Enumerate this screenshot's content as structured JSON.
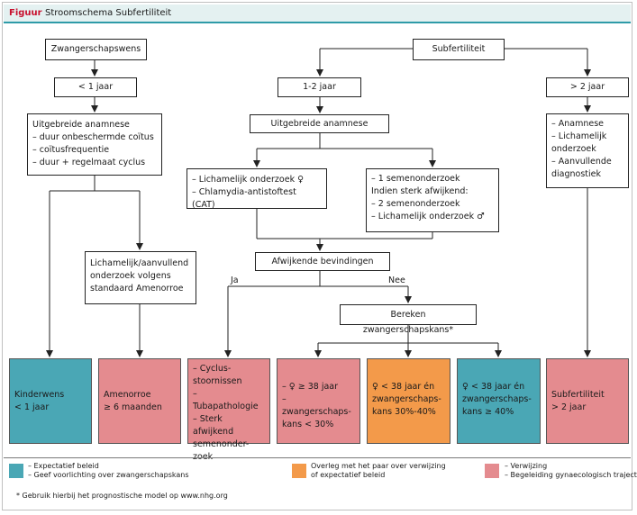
{
  "header": {
    "label": "Figuur",
    "title": "Stroomschema Subfertiliteit"
  },
  "boxes": {
    "zwangerschapswens": "Zwangerschapswens",
    "subfertiliteit": "Subfertiliteit",
    "lt1": "< 1 jaar",
    "y12": "1-2 jaar",
    "gt2": "> 2 jaar",
    "anamnese_left": "Uitgebreide anamnese\n– duur onbeschermde coïtus\n– coïtusfrequentie\n– duur + regelmaat cyclus",
    "anamnese_mid": "Uitgebreide anamnese",
    "anamnese_right": "– Anamnese\n– Lichamelijk\n   onderzoek\n– Aanvullende\n   diagnostiek",
    "onderzoek_vrouw": "– Lichamelijk onderzoek ♀\n– Chlamydia-antistoftest (CAT)",
    "semen": "– 1 semenonderzoek\nIndien sterk afwijkend:\n– 2 semenonderzoek\n– Lichamelijk onderzoek ♂",
    "amenorroe_check": "Lichamelijk/aanvullend\nonderzoek volgens\nstandaard Amenorroe",
    "afwijkend": "Afwijkende bevindingen",
    "bereken": "Bereken zwangerschapskans*"
  },
  "branch_labels": {
    "ja": "Ja",
    "nee": "Nee"
  },
  "outcomes": {
    "kinderwens": "Kinderwens\n< 1 jaar",
    "amenorroe": "Amenorroe\n≥ 6 maanden",
    "cyclus": "– Cyclus-\n   stoornissen\n– Tubapathologie\n– Sterk afwijkend\n   semenonder-\n   zoek",
    "ge38": "– ♀ ≥ 38 jaar\n– zwangerschaps-\n   kans < 30%",
    "lt38_mid": "♀ < 38 jaar én\nzwangerschaps-\nkans 30%-40%",
    "lt38_high": "♀ < 38 jaar én\nzwangerschaps-\nkans ≥ 40%",
    "subfert2": "Subfertiliteit\n> 2 jaar"
  },
  "legend": {
    "teal": "– Expectatief beleid\n– Geef voorlichting over zwangerschapskans",
    "orange": "Overleg met het paar over verwijzing\nof expectatief beleid",
    "pink": "– Verwijzing\n– Begeleiding gynaecologisch traject"
  },
  "footnote": "* Gebruik hierbij het prognostische model op www.nhg.org",
  "colors": {
    "teal": "#4aa7b5",
    "pink": "#e48b8f",
    "orange": "#f39a4a",
    "header_rule": "#2e9ba8",
    "header_label": "#c8102e"
  }
}
